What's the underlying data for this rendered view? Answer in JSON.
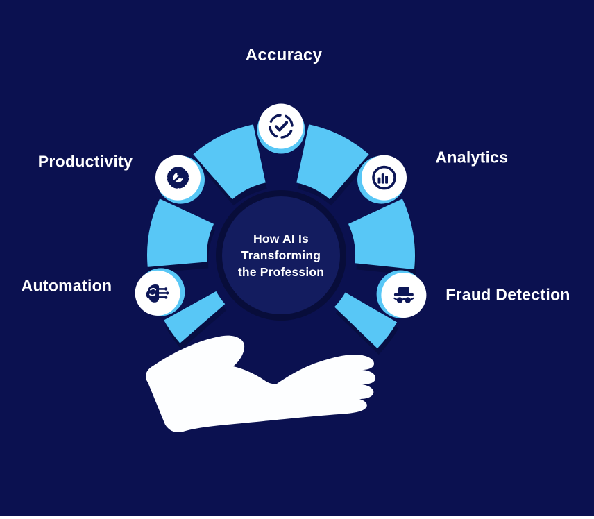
{
  "center": {
    "title": "How AI Is\nTransforming\nthe Profession"
  },
  "labels": [
    {
      "id": "accuracy",
      "text": "Accuracy",
      "icon": "target-check-icon"
    },
    {
      "id": "productivity",
      "text": "Productivity",
      "icon": "gear-arrow-icon"
    },
    {
      "id": "analytics",
      "text": "Analytics",
      "icon": "chart-circle-icon"
    },
    {
      "id": "automation",
      "text": "Automation",
      "icon": "ai-brain-circuit-icon"
    },
    {
      "id": "fraud-detection",
      "text": "Fraud Detection",
      "icon": "spy-icon"
    }
  ],
  "illustration": {
    "name": "open-hand-holding-ring"
  },
  "colors": {
    "bg": "#0B1150",
    "ring": "#58C7F6",
    "ring-shadow": "#060B33",
    "center-fill": "#131C5F",
    "center-halo": "#080D3A",
    "icon-bg": "#FFFFFF",
    "icon-glyph": "#0D1757",
    "hand": "#FDFEFF",
    "text": "#FFFFFF"
  }
}
